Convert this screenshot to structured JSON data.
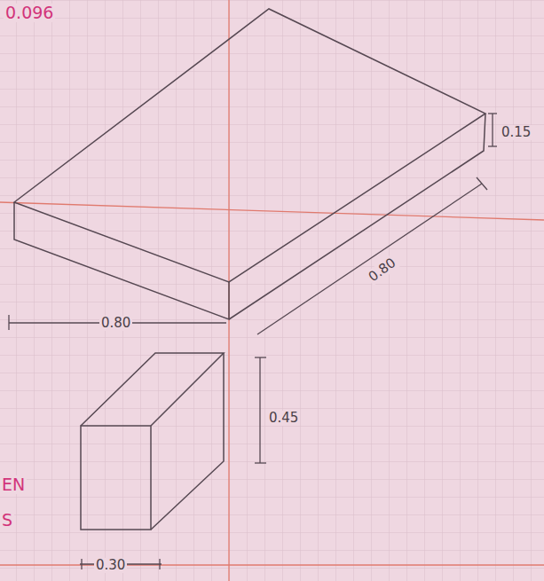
{
  "diagram": {
    "labels": [
      "0.096",
      "0.15",
      "0.80",
      "0.80",
      "0.45",
      "0.30",
      "EN",
      "S"
    ]
  }
}
